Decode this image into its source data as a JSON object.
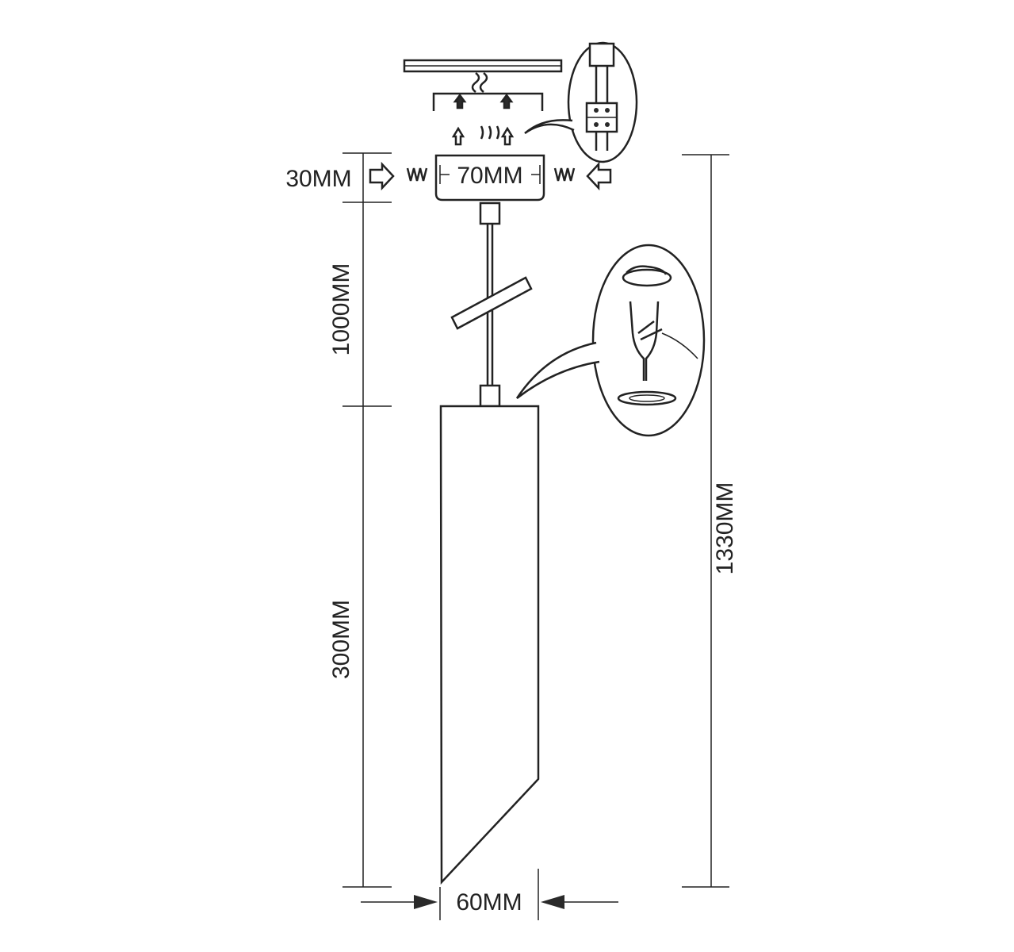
{
  "dimensions": {
    "base_height": "30MM",
    "canopy_width": "70MM",
    "cable_length": "1000MM",
    "shade_length": "300MM",
    "total_height": "1330MM",
    "shade_width": "60MM"
  },
  "colors": {
    "ink": "#222222",
    "background": "#ffffff"
  }
}
